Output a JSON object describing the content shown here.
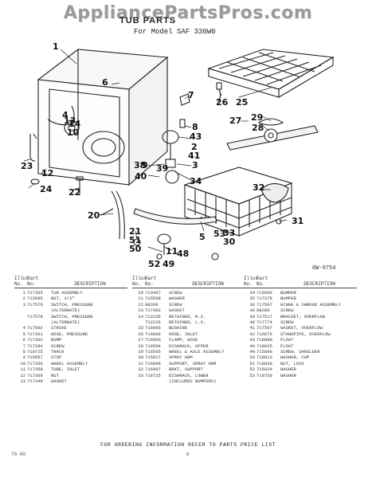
{
  "watermark": "AppliancePartsPros.com",
  "title": "TUB PARTS",
  "subtitle": "For Model SAF 330W0",
  "figure_code": "0W-9754",
  "callouts": [
    "1",
    "6",
    "7",
    "8",
    "43",
    "2",
    "41",
    "3",
    "34",
    "4",
    "10",
    "9",
    "40",
    "38",
    "39",
    "14",
    "13",
    "23",
    "12",
    "24",
    "22",
    "20",
    "21",
    "51",
    "50",
    "11",
    "53",
    "33",
    "30",
    "52",
    "49",
    "48",
    "29",
    "28",
    "27",
    "26",
    "25",
    "32",
    "31",
    "5"
  ],
  "table": {
    "headers": {
      "illus": "Illus.",
      "no": "No.",
      "part": "Part",
      "part_no": "No.",
      "description": "DESCRIPTION"
    },
    "columns": [
      [
        {
          "n": "1",
          "part": "717365",
          "d": "TUB ASSEMBLY"
        },
        {
          "n": "2",
          "part": "712605",
          "d": "NUT, 1/2\""
        },
        {
          "n": "3",
          "part": "717579",
          "d": "SWITCH, PRESSURE"
        },
        {
          "n": "",
          "part": "",
          "d": "(ALTERNATE)"
        },
        {
          "n": "",
          "part": "717578",
          "d": "SWITCH, PRESSURE"
        },
        {
          "n": "",
          "part": "",
          "d": "(ALTERNATE)"
        },
        {
          "n": "4",
          "part": "717602",
          "d": "STRIKE"
        },
        {
          "n": "5",
          "part": "717361",
          "d": "HOSE, PRESSURE"
        },
        {
          "n": "6",
          "part": "717302",
          "d": "BUMP"
        },
        {
          "n": "7",
          "part": "717284",
          "d": "SCREW"
        },
        {
          "n": "8",
          "part": "718725",
          "d": "TRACK"
        },
        {
          "n": "9",
          "part": "715957",
          "d": "STOP"
        },
        {
          "n": "10",
          "part": "717356",
          "d": "WHEEL ASSEMBLY"
        },
        {
          "n": "11",
          "part": "717358",
          "d": "TUBE, INLET"
        },
        {
          "n": "12",
          "part": "717360",
          "d": "NUT"
        },
        {
          "n": "13",
          "part": "717349",
          "d": "GASKET"
        }
      ],
      [
        {
          "n": "20",
          "part": "713467",
          "d": "SCREW"
        },
        {
          "n": "21",
          "part": "715568",
          "d": "WASHER"
        },
        {
          "n": "22",
          "part": "98209",
          "d": "SCREW"
        },
        {
          "n": "23",
          "part": "717302",
          "d": "GASKET"
        },
        {
          "n": "24",
          "part": "712236",
          "d": "RETAINER, R.S."
        },
        {
          "n": "",
          "part": "712235",
          "d": "RETAINER, L.S."
        },
        {
          "n": "25",
          "part": "716966",
          "d": "BUSHING"
        },
        {
          "n": "26",
          "part": "716968",
          "d": "HOSE, INLET"
        },
        {
          "n": "27",
          "part": "716900",
          "d": "CLAMP, HOSE"
        },
        {
          "n": "28",
          "part": "716594",
          "d": "DISHRACK, UPPER"
        },
        {
          "n": "29",
          "part": "716595",
          "d": "WHEEL & AXLE ASSEMBLY"
        },
        {
          "n": "30",
          "part": "715917",
          "d": "SPRAY ARM"
        },
        {
          "n": "31",
          "part": "716906",
          "d": "SUPPORT, SPRAY ARM"
        },
        {
          "n": "32",
          "part": "716907",
          "d": "BRKT, SUPPORT"
        },
        {
          "n": "33",
          "part": "718725",
          "d": "DISHRACK, LOWER"
        },
        {
          "n": "",
          "part": "",
          "d": "(INCLUDES BUMPERS)"
        }
      ],
      [
        {
          "n": "34",
          "part": "715503",
          "d": "BUMPER"
        },
        {
          "n": "35",
          "part": "717379",
          "d": "BUMPER"
        },
        {
          "n": "36",
          "part": "717507",
          "d": "HINGE & SHROUD ASSEMBLY"
        },
        {
          "n": "",
          "part": "",
          "d": ""
        },
        {
          "n": "38",
          "part": "98286",
          "d": "SCREW"
        },
        {
          "n": "39",
          "part": "717517",
          "d": "BRACKET, OVERFLOW"
        },
        {
          "n": "40",
          "part": "717774",
          "d": "SCREW"
        },
        {
          "n": "41",
          "part": "717567",
          "d": "GASKET, OVERFLOW"
        },
        {
          "n": "42",
          "part": "716576",
          "d": "STANDPIPE, OVERFLOW"
        },
        {
          "n": "43",
          "part": "716880",
          "d": "FLOAT"
        },
        {
          "n": "48",
          "part": "718025",
          "d": "FLOAT"
        },
        {
          "n": "49",
          "part": "715890",
          "d": "SCREW, SHOULDER"
        },
        {
          "n": "50",
          "part": "718813",
          "d": "WASHER, CUP"
        },
        {
          "n": "51",
          "part": "718939",
          "d": "NUT, LOCK"
        },
        {
          "n": "52",
          "part": "715924",
          "d": "WASHER"
        },
        {
          "n": "53",
          "part": "718759",
          "d": "WASHER"
        }
      ]
    ]
  },
  "footer": "FOR ORDERING INFORMATION REFER TO PARTS PRICE LIST",
  "page_code": "70-00",
  "page_number": "6"
}
